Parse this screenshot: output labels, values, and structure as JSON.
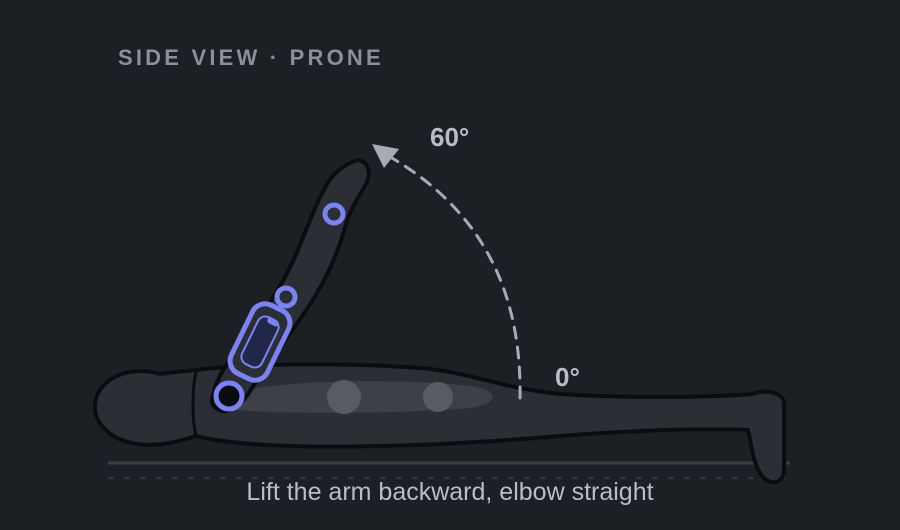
{
  "view_title": "SIDE VIEW · PRONE",
  "angles": {
    "start_label": "0°",
    "end_label": "60°"
  },
  "caption": "Lift the arm backward, elbow straight",
  "colors": {
    "background": "#1c1f24",
    "body_fill": "#2b2e35",
    "body_outline": "#0b0c0f",
    "sensor_accent": "#7b83f2",
    "ghost_arm": "#5b5f69",
    "arc": "#a7abb3",
    "text_muted": "#8a8f98"
  },
  "icons": {
    "body": "prone-body-figure",
    "arm": "raised-arm",
    "sensor": "wearable-sensor-band",
    "arc": "motion-arc-arrow"
  }
}
